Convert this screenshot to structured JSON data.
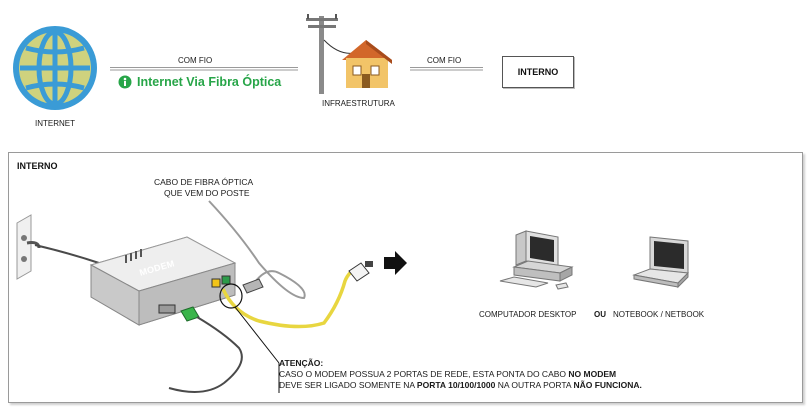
{
  "top": {
    "internet_label": "INTERNET",
    "com_fio_1": "COM FIO",
    "fibra_label": "Internet Via Fibra Óptica",
    "infra_label": "INFRAESTRUTURA",
    "com_fio_2": "COM FIO",
    "interno_box": "INTERNO"
  },
  "panel": {
    "title": "INTERNO",
    "cable_label_line1": "CABO DE FIBRA ÓPTICA",
    "cable_label_line2": "QUE VEM DO POSTE",
    "modem_label": "MODEM",
    "desktop_label": "COMPUTADOR DESKTOP",
    "or_label": "OU",
    "notebook_label": "NOTEBOOK / NETBOOK",
    "attention": {
      "title": "ATENÇÃO:",
      "line2_a": "CASO O MODEM POSSUA 2 PORTAS DE REDE, ESTA PONTA DO CABO ",
      "line2_b": "NO MODEM",
      "line3_a": "DEVE SER LIGADO SOMENTE NA ",
      "line3_b": "PORTA 10/100/1000",
      "line3_c": " NA OUTRA PORTA ",
      "line3_d": "NÃO FUNCIONA."
    }
  },
  "colors": {
    "globe": "#3a9bd6",
    "globe_land": "#d9d28a",
    "fibra_green": "#27a548",
    "cable_yellow": "#e8d640",
    "house_roof": "#d2672a",
    "house_wall": "#f2c468"
  }
}
